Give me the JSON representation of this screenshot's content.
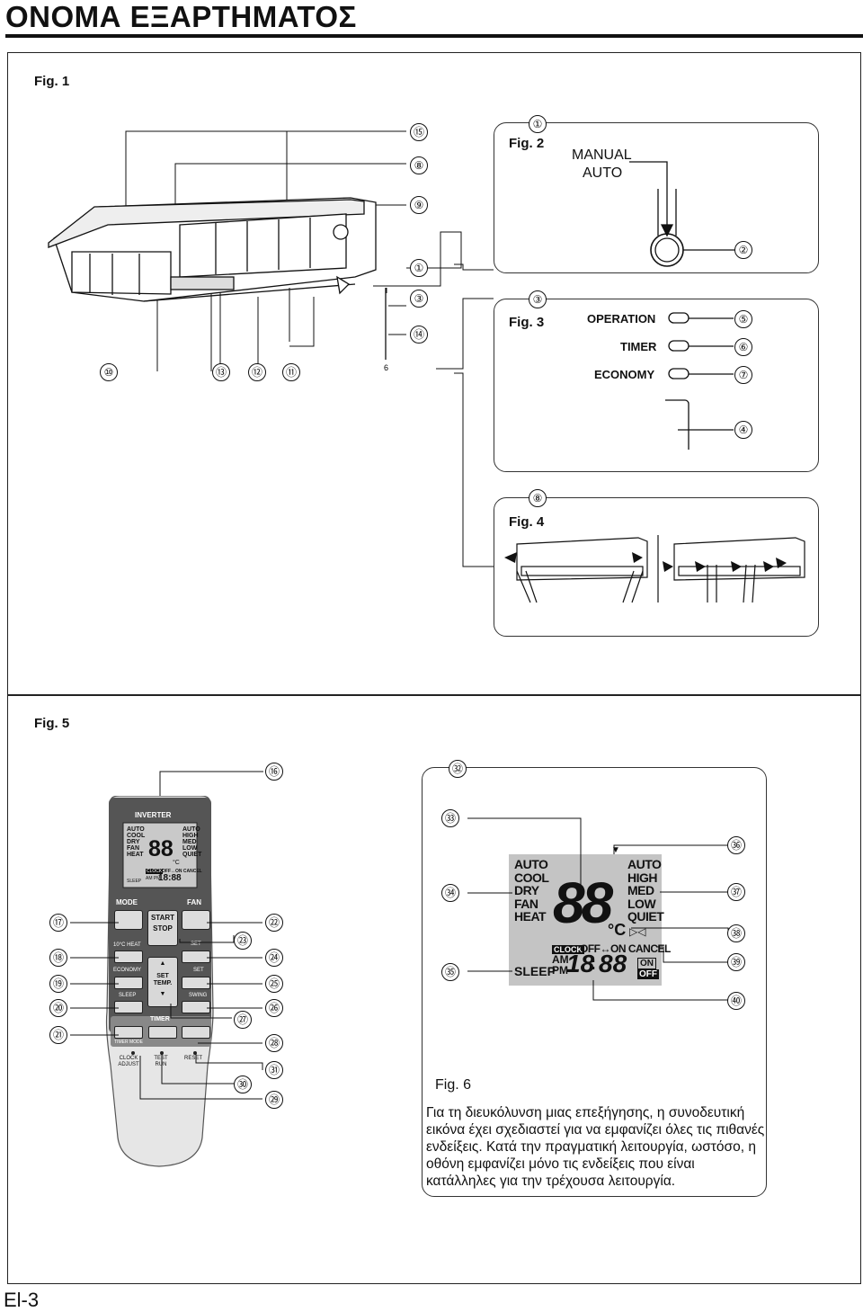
{
  "header": {
    "title": "ΟΝΟΜΑ ΕΞΑΡΤΗΜΑΤΟΣ"
  },
  "fig1": {
    "label": "Fig. 1",
    "callouts": [
      "⑮",
      "⑧",
      "⑨",
      "①",
      "③",
      "⑭",
      "⑩",
      "⑬",
      "⑫",
      "⑪"
    ]
  },
  "fig2": {
    "label": "Fig. 2",
    "num_top": "①",
    "manual": "MANUAL",
    "auto": "AUTO",
    "num_button": "②"
  },
  "fig3": {
    "label": "Fig. 3",
    "num_top": "③",
    "operation": "OPERATION",
    "timer": "TIMER",
    "economy": "ECONOMY",
    "num_operation": "⑤",
    "num_timer": "⑥",
    "num_economy": "⑦",
    "num_receiver": "④"
  },
  "fig4": {
    "label": "Fig. 4",
    "num_top": "⑧"
  },
  "fig5": {
    "label": "Fig. 5",
    "remote": {
      "brand": "INVERTER",
      "modes": [
        "AUTO",
        "COOL",
        "DRY",
        "FAN",
        "HEAT"
      ],
      "fans": [
        "AUTO",
        "HIGH",
        "MED",
        "LOW",
        "QUIET"
      ],
      "digits": "88",
      "unit": "°C",
      "clock": "CLOCK",
      "offon": "OFF↔ON CANCEL",
      "sleep": "SLEEP",
      "ampm": "AM PM",
      "time": "18:88",
      "mode_btn": "MODE",
      "fan_btn": "FAN",
      "start": "START",
      "stop": "STOP",
      "heat10": "10°C HEAT",
      "set1": "SET",
      "economy": "ECONOMY",
      "set_temp": "SET TEMP.",
      "set2": "SET",
      "sleep_btn": "SLEEP",
      "swing": "SWING",
      "timer": "TIMER",
      "timer_mode": "TIMER MODE",
      "clock_adjust": "CLOCK ADJUST",
      "test_run": "TEST RUN",
      "reset": "RESET"
    },
    "callouts": {
      "n16": "⑯",
      "n17": "⑰",
      "n18": "⑱",
      "n19": "⑲",
      "n20": "⑳",
      "n21": "㉑",
      "n22": "㉒",
      "n23": "㉓",
      "n24": "㉔",
      "n25": "㉕",
      "n26": "㉖",
      "n27": "㉗",
      "n28": "㉘",
      "n29": "㉙",
      "n30": "㉚",
      "n31": "㉛"
    }
  },
  "fig6": {
    "label": "Fig. 6",
    "modes": [
      "AUTO",
      "COOL",
      "DRY",
      "FAN",
      "HEAT"
    ],
    "fans": [
      "AUTO",
      "HIGH",
      "MED",
      "LOW",
      "QUIET"
    ],
    "digits": "88",
    "unit": "°C",
    "clock": "CLOCK",
    "offon": "OFF↔ON CANCEL",
    "sleep": "SLEEP",
    "am": "AM",
    "pm": "PM",
    "hour": "18",
    "minute": "88",
    "on": "ON",
    "off": "OFF",
    "callouts": {
      "n32": "㉜",
      "n33": "㉝",
      "n34": "㉞",
      "n35": "㉟",
      "n36": "㊱",
      "n37": "㊲",
      "n38": "㊳",
      "n39": "㊴",
      "n40": "㊵"
    }
  },
  "caption": "Για τη διευκόλυνση μιας επεξήγησης, η συνοδευτική εικόνα έχει σχεδιαστεί για να εμφανίζει όλες τις πιθανές ενδείξεις. Κατά την πραγματική λειτουργία, ωστόσο, η οθόνη εμφανίζει μόνο τις ενδείξεις που είναι κατάλληλες για την τρέχουσα λειτουργία.",
  "footer": {
    "page": "El-3"
  }
}
